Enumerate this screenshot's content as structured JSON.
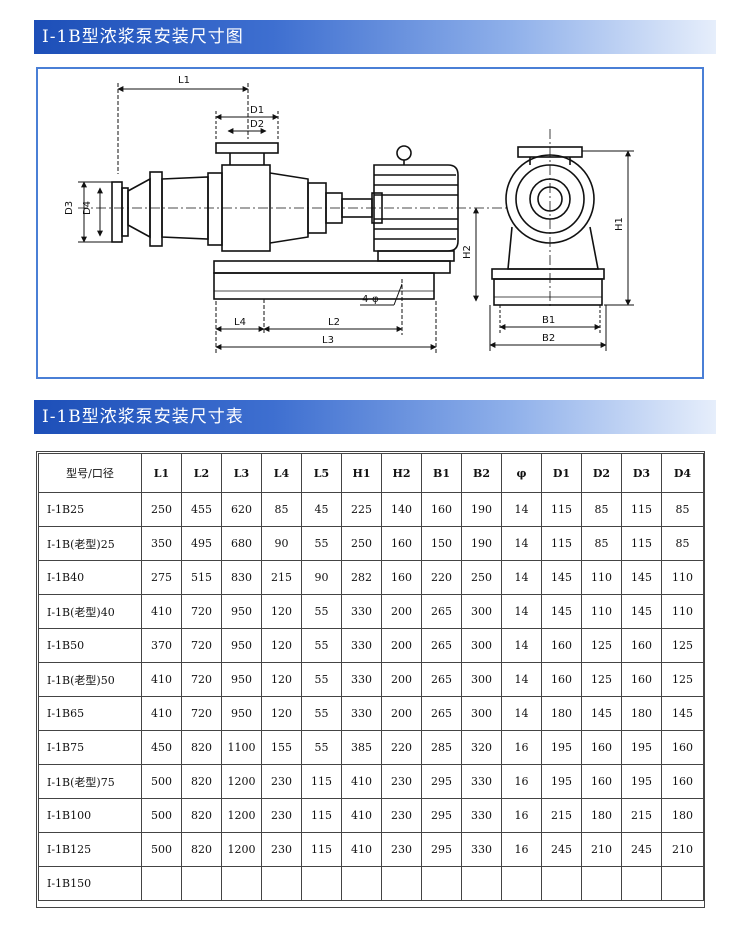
{
  "header1": {
    "title": "I-1B型浓浆泵安装尺寸图"
  },
  "header2": {
    "title": "I-1B型浓浆泵安装尺寸表"
  },
  "drawing": {
    "labels": {
      "L1": "L1",
      "L2": "L2",
      "L3": "L3",
      "L4": "L4",
      "D1": "D1",
      "D2": "D2",
      "D3": "D3",
      "D4": "D4",
      "H1": "H1",
      "H2": "H2",
      "B1": "B1",
      "B2": "B2",
      "phi": "4-φ"
    }
  },
  "table": {
    "headers": [
      "型号/口径",
      "L1",
      "L2",
      "L3",
      "L4",
      "L5",
      "H1",
      "H2",
      "B1",
      "B2",
      "φ",
      "D1",
      "D2",
      "D3",
      "D4"
    ],
    "rows": [
      [
        "I-1B25",
        "250",
        "455",
        "620",
        "85",
        "45",
        "225",
        "140",
        "160",
        "190",
        "14",
        "115",
        "85",
        "115",
        "85"
      ],
      [
        "I-1B(老型)25",
        "350",
        "495",
        "680",
        "90",
        "55",
        "250",
        "160",
        "150",
        "190",
        "14",
        "115",
        "85",
        "115",
        "85"
      ],
      [
        "I-1B40",
        "275",
        "515",
        "830",
        "215",
        "90",
        "282",
        "160",
        "220",
        "250",
        "14",
        "145",
        "110",
        "145",
        "110"
      ],
      [
        "I-1B(老型)40",
        "410",
        "720",
        "950",
        "120",
        "55",
        "330",
        "200",
        "265",
        "300",
        "14",
        "145",
        "110",
        "145",
        "110"
      ],
      [
        "I-1B50",
        "370",
        "720",
        "950",
        "120",
        "55",
        "330",
        "200",
        "265",
        "300",
        "14",
        "160",
        "125",
        "160",
        "125"
      ],
      [
        "I-1B(老型)50",
        "410",
        "720",
        "950",
        "120",
        "55",
        "330",
        "200",
        "265",
        "300",
        "14",
        "160",
        "125",
        "160",
        "125"
      ],
      [
        "I-1B65",
        "410",
        "720",
        "950",
        "120",
        "55",
        "330",
        "200",
        "265",
        "300",
        "14",
        "180",
        "145",
        "180",
        "145"
      ],
      [
        "I-1B75",
        "450",
        "820",
        "1100",
        "155",
        "55",
        "385",
        "220",
        "285",
        "320",
        "16",
        "195",
        "160",
        "195",
        "160"
      ],
      [
        "I-1B(老型)75",
        "500",
        "820",
        "1200",
        "230",
        "115",
        "410",
        "230",
        "295",
        "330",
        "16",
        "195",
        "160",
        "195",
        "160"
      ],
      [
        "I-1B100",
        "500",
        "820",
        "1200",
        "230",
        "115",
        "410",
        "230",
        "295",
        "330",
        "16",
        "215",
        "180",
        "215",
        "180"
      ],
      [
        "I-1B125",
        "500",
        "820",
        "1200",
        "230",
        "115",
        "410",
        "230",
        "295",
        "330",
        "16",
        "245",
        "210",
        "245",
        "210"
      ],
      [
        "I-1B150",
        "",
        "",
        "",
        "",
        "",
        "",
        "",
        "",
        "",
        "",
        "",
        "",
        "",
        ""
      ]
    ]
  }
}
